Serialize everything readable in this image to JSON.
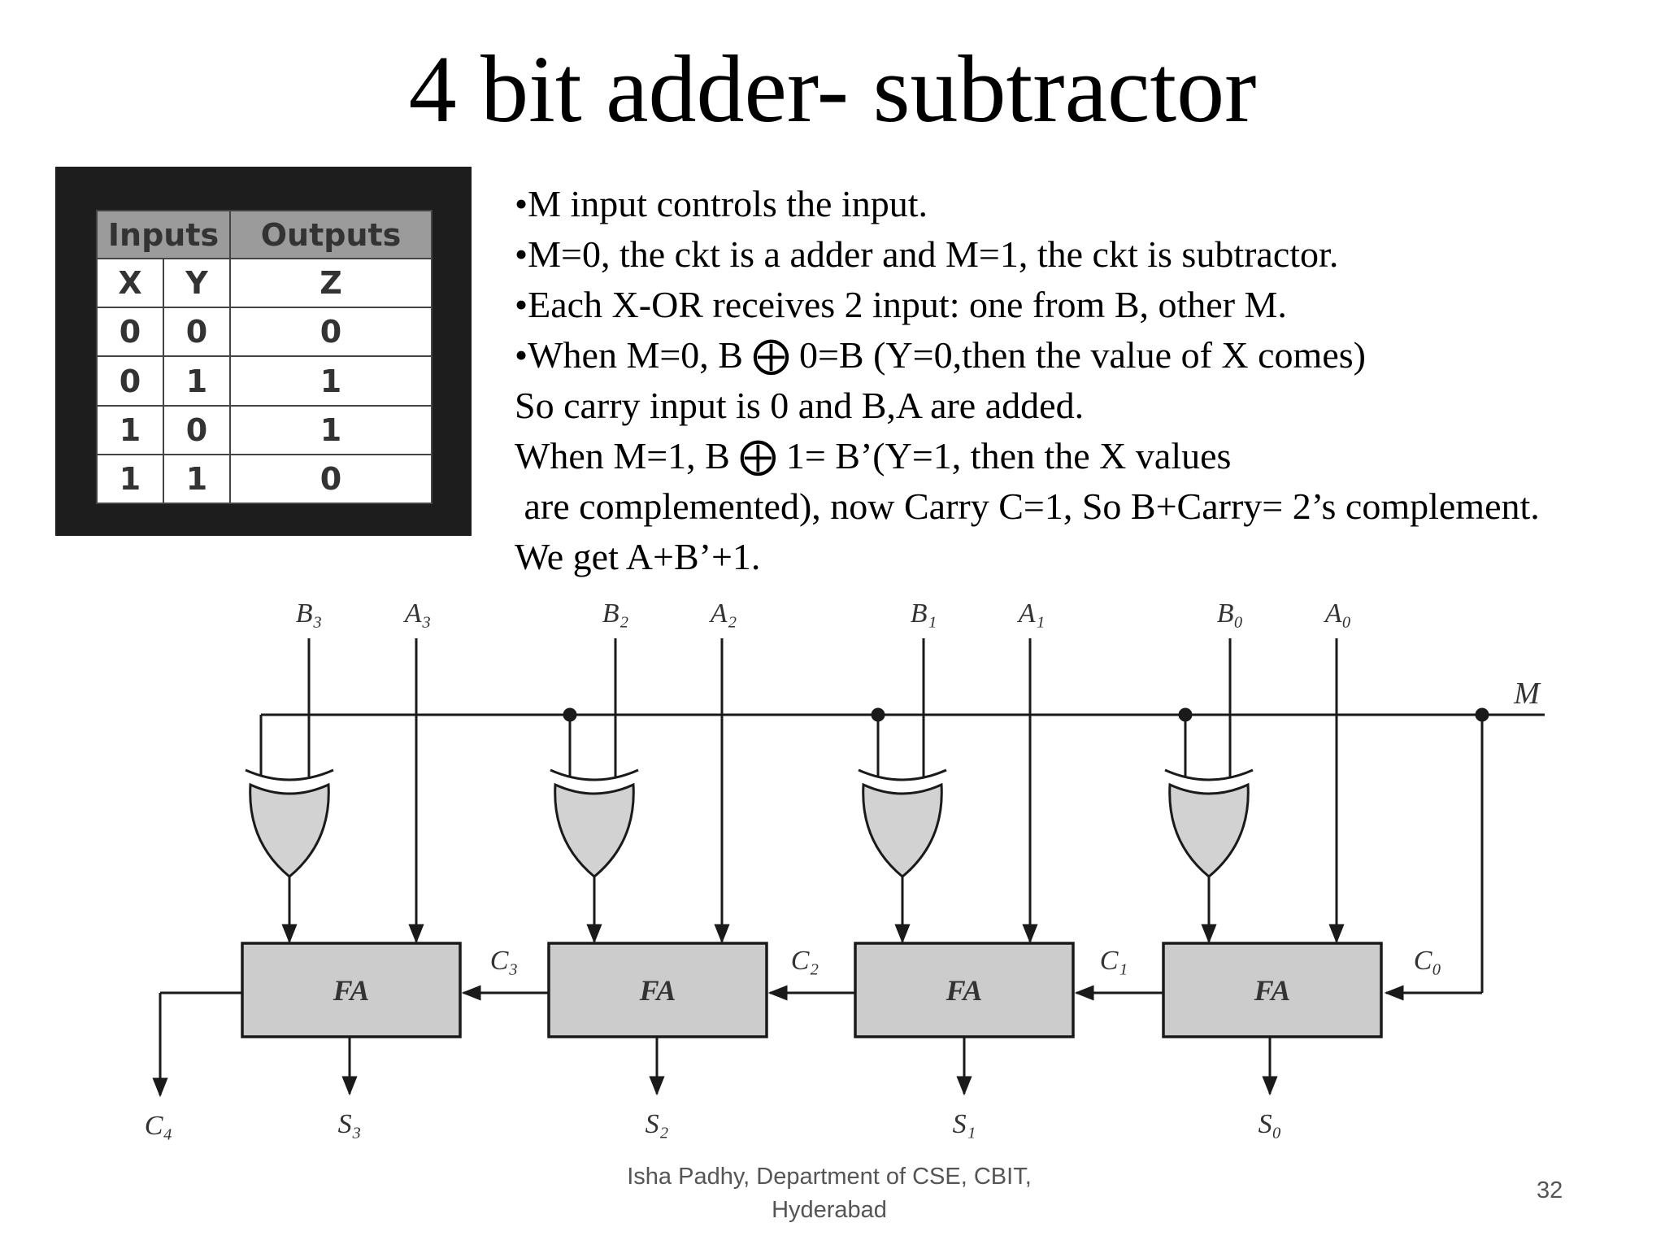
{
  "title": "4 bit adder- subtractor",
  "truth_table": {
    "headers": [
      "Inputs",
      "Outputs"
    ],
    "columns": [
      "X",
      "Y",
      "Z"
    ],
    "rows": [
      {
        "x": "0",
        "y": "0",
        "z": "0"
      },
      {
        "x": "0",
        "y": "1",
        "z": "1"
      },
      {
        "x": "1",
        "y": "0",
        "z": "1"
      },
      {
        "x": "1",
        "y": "1",
        "z": "0"
      }
    ]
  },
  "bullets": [
    "•M input controls the input.",
    "•M=0, the ckt is a adder and M=1, the ckt is subtractor.",
    "•Each X-OR receives 2 input: one from B, other M.",
    "•When M=0, B ⨁ 0=B (Y=0,then the value of X comes)",
    "So carry input is 0 and B,A are added.",
    "When M=1,  B ⨁ 1= B’(Y=1, then the X values",
    " are complemented), now Carry C=1, So B+Carry= 2’s complement.",
    "We get A+B’+1."
  ],
  "circuit": {
    "control_label": "M",
    "block_label": "FA",
    "stages": [
      {
        "b": "B₃",
        "a": "A₃",
        "s": "S₃",
        "cin": "C₃"
      },
      {
        "b": "B₂",
        "a": "A₂",
        "s": "S₂",
        "cin": "C₂"
      },
      {
        "b": "B₁",
        "a": "A₁",
        "s": "S₁",
        "cin": "C₁"
      },
      {
        "b": "B₀",
        "a": "A₀",
        "s": "S₀",
        "cin": "C₀"
      }
    ],
    "carry_out": "C₄",
    "colors": {
      "gate_fill": "#d2d2d2",
      "fa_fill": "#cccccc",
      "line": "#1a1a1a"
    }
  },
  "footer": {
    "line1": "Isha Padhy, Department of CSE, CBIT,",
    "line2": "Hyderabad",
    "page": "32"
  }
}
